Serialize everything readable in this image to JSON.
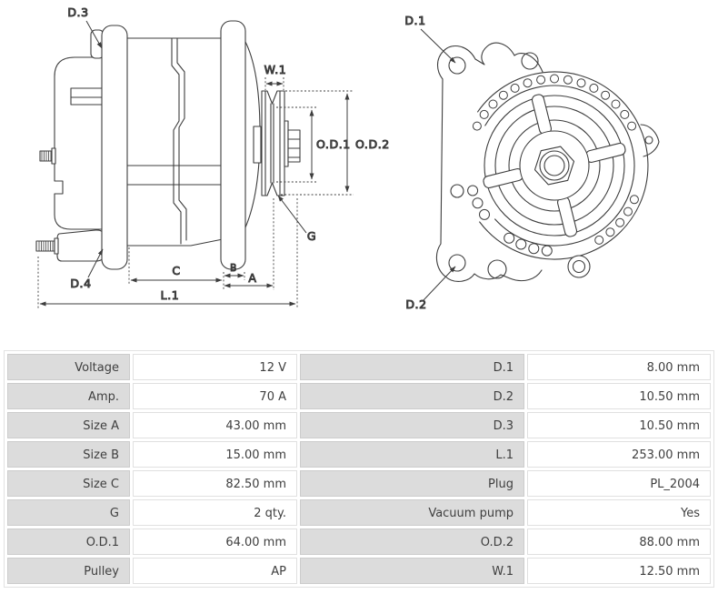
{
  "diagram": {
    "side_view": {
      "labels": {
        "d3": "D.3",
        "d4": "D.4",
        "w1": "W.1",
        "od1": "O.D.1",
        "od2": "O.D.2",
        "g": "G",
        "c": "C",
        "b": "B",
        "a": "A",
        "l1": "L.1"
      }
    },
    "front_view": {
      "labels": {
        "d1": "D.1",
        "d2": "D.2"
      }
    }
  },
  "table": {
    "rows": [
      {
        "c1l": "Voltage",
        "c1v": "12 V",
        "c2l": "D.1",
        "c2v": "8.00 mm"
      },
      {
        "c1l": "Amp.",
        "c1v": "70 A",
        "c2l": "D.2",
        "c2v": "10.50 mm"
      },
      {
        "c1l": "Size A",
        "c1v": "43.00 mm",
        "c2l": "D.3",
        "c2v": "10.50 mm"
      },
      {
        "c1l": "Size B",
        "c1v": "15.00 mm",
        "c2l": "L.1",
        "c2v": "253.00 mm"
      },
      {
        "c1l": "Size C",
        "c1v": "82.50 mm",
        "c2l": "Plug",
        "c2v": "PL_2004"
      },
      {
        "c1l": "G",
        "c1v": "2 qty.",
        "c2l": "Vacuum pump",
        "c2v": "Yes"
      },
      {
        "c1l": "O.D.1",
        "c1v": "64.00 mm",
        "c2l": "O.D.2",
        "c2v": "88.00 mm"
      },
      {
        "c1l": "Pulley",
        "c1v": "AP",
        "c2l": "W.1",
        "c2v": "12.50 mm"
      }
    ]
  },
  "colors": {
    "line": "#3d3d3d",
    "label_text": "#4a4a4a",
    "table_label_bg": "#dcdcdc",
    "table_value_bg": "#ffffff",
    "table_text": "#3f3f3f"
  }
}
